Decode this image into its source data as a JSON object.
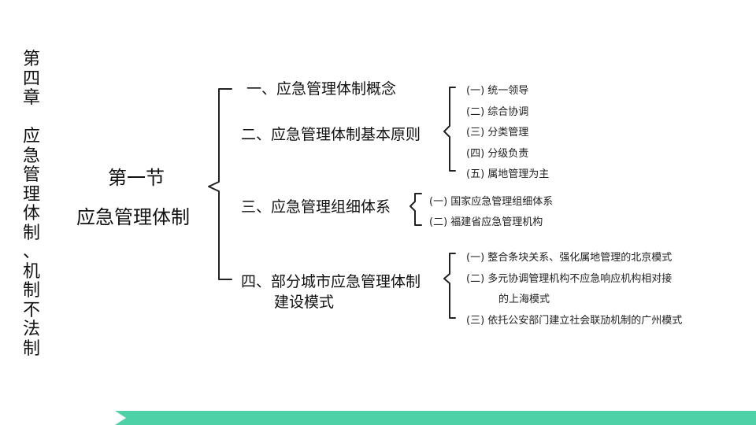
{
  "side_title": [
    "第",
    "四",
    "章",
    " ",
    "应",
    "急",
    "管",
    "理",
    "体",
    "制",
    "、",
    "机",
    "制",
    "不",
    "法",
    "制"
  ],
  "main_node": {
    "line1": "第一节",
    "line2": "应急管理体制"
  },
  "branches": [
    {
      "label": "一、应急管理体制概念"
    },
    {
      "label": "二、应急管理体制基本原则",
      "items": [
        "(一)  统一领导",
        "(二)  综合协调",
        "(三)  分类管理",
        "(四)  分级负责",
        "(五)  属地管理为主"
      ]
    },
    {
      "label": "三、应急管理组细体系",
      "items": [
        "(一)  国家应急管理组细体系",
        "(二)  福建省应急管理机构"
      ]
    },
    {
      "label_line1": "四、部分城市应急管理体制",
      "label_line2": "建设模式",
      "items": [
        "(一)  整合条块关系、强化属地管理的北京模式",
        "(二)  多元协调管理机构不应急响应机构相对接",
        "的上海模式",
        "(三)  依托公安部门建立社会联劢机制的广州模式"
      ]
    }
  ],
  "colors": {
    "accent": "#4fd1a8",
    "line": "#222222",
    "text": "#111111"
  }
}
